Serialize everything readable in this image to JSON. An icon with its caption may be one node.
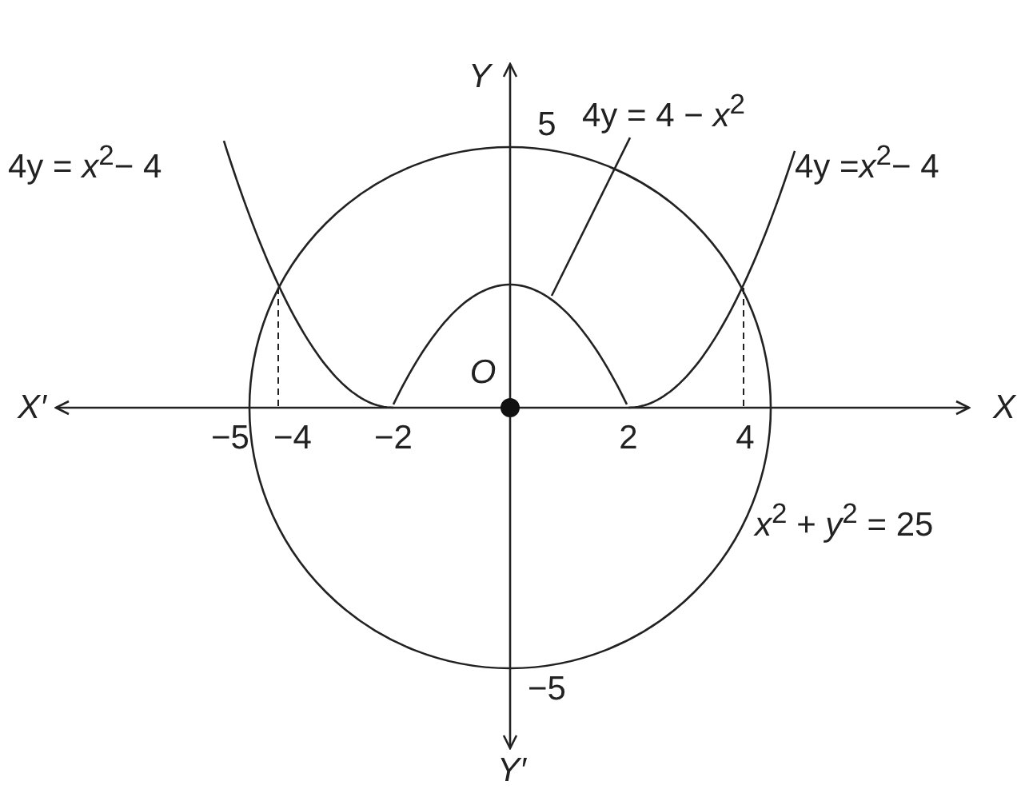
{
  "diagram": {
    "nodes": [
      {
        "text": [
          "4y = 4 − *x*$^{2}$"
        ]
      },
      {
        "text": [],
        "shape": "curve"
      }
    ],
    "edges": [
      {
        "from": 0,
        "to": 1,
        "arrow": "none"
      }
    ],
    "labels": [
      "Y",
      "5",
      "4y = *x*$^{2}$− 4",
      "4y =*x*$^{2}$− 4",
      "X′",
      "O",
      "X",
      "−5",
      "−4",
      "−2",
      "2",
      "4",
      "*x*$^{2}$ + *y*$^{2}$ = 25",
      "−5",
      "Y′"
    ]
  }
}
